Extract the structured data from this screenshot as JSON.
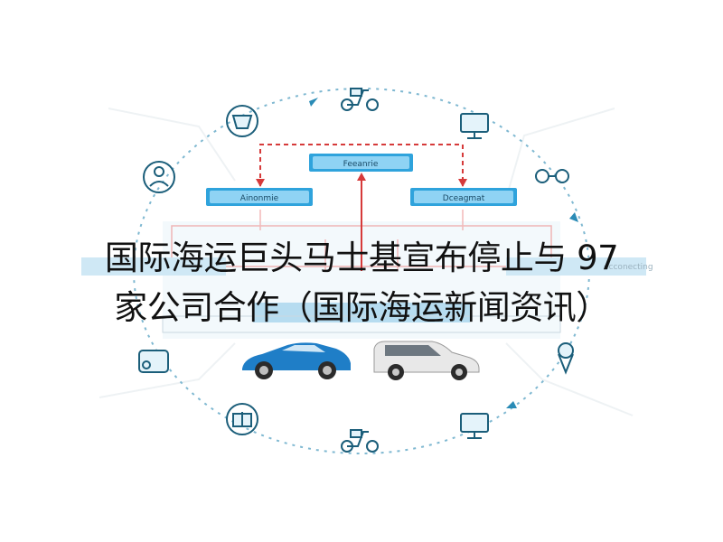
{
  "headline": {
    "line1": "国际海运巨头马士基宣布停止与 97",
    "line2": "家公司合作（国际海运新闻资讯）"
  },
  "diagram": {
    "top_box": "Feeanrie",
    "left_box": "Ainonmie",
    "right_box": "Dceagmat",
    "side_tag": "ecconecting"
  },
  "icons": [
    "scooter-icon",
    "monitor-icon",
    "binoculars-icon",
    "ice-cream-icon",
    "monitor-icon",
    "scooter-icon",
    "gift-box-icon",
    "recycle-bin-icon",
    "person-icon",
    "basket-icon"
  ],
  "colors": {
    "dashed_circle": "#7fb8d1",
    "box_fill": "#2fa3dc",
    "arrow_red": "#d63a3a",
    "blue_car": "#1f7ec7",
    "white_car": "#e8e8e8",
    "icon_stroke": "#1b5e7a",
    "background": "#ffffff"
  }
}
